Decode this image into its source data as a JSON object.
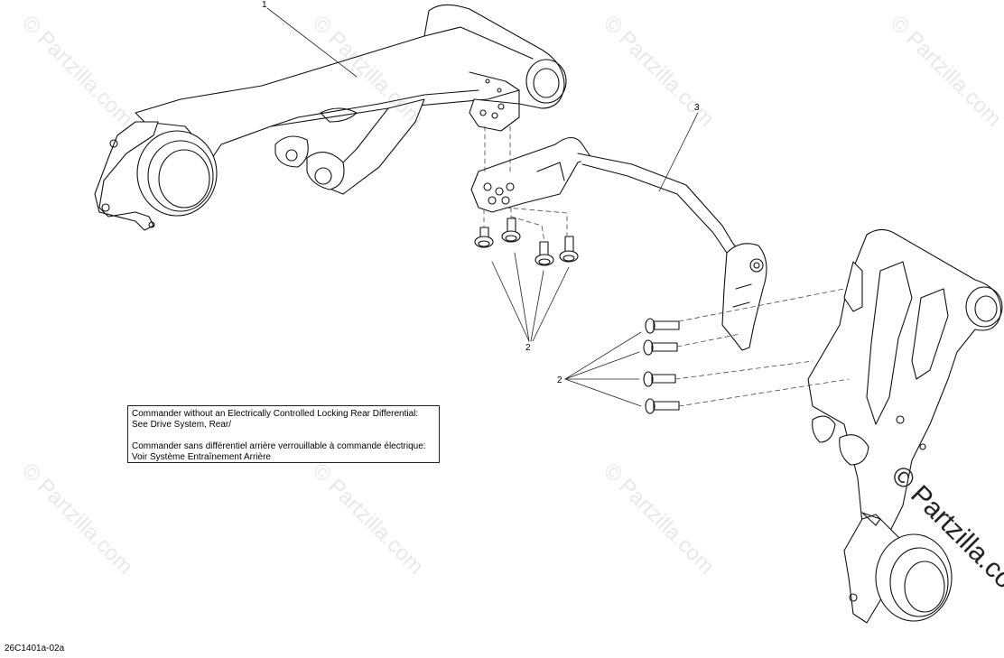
{
  "callouts": {
    "c1": "1",
    "c2a": "2",
    "c2b": "2",
    "c3": "3"
  },
  "note": {
    "line1": "Commander without an Electrically Controlled Locking Rear Differential:",
    "line2": "See Drive System, Rear/",
    "line3": "Commander sans différentiel arrière verrouillable à commande électrique:",
    "line4": "Voir Système Entraînement Arrière"
  },
  "reference_code": "26C1401a-02a",
  "watermark": {
    "text": "© Partzilla.com",
    "large_text": "© Partzilla.com"
  }
}
